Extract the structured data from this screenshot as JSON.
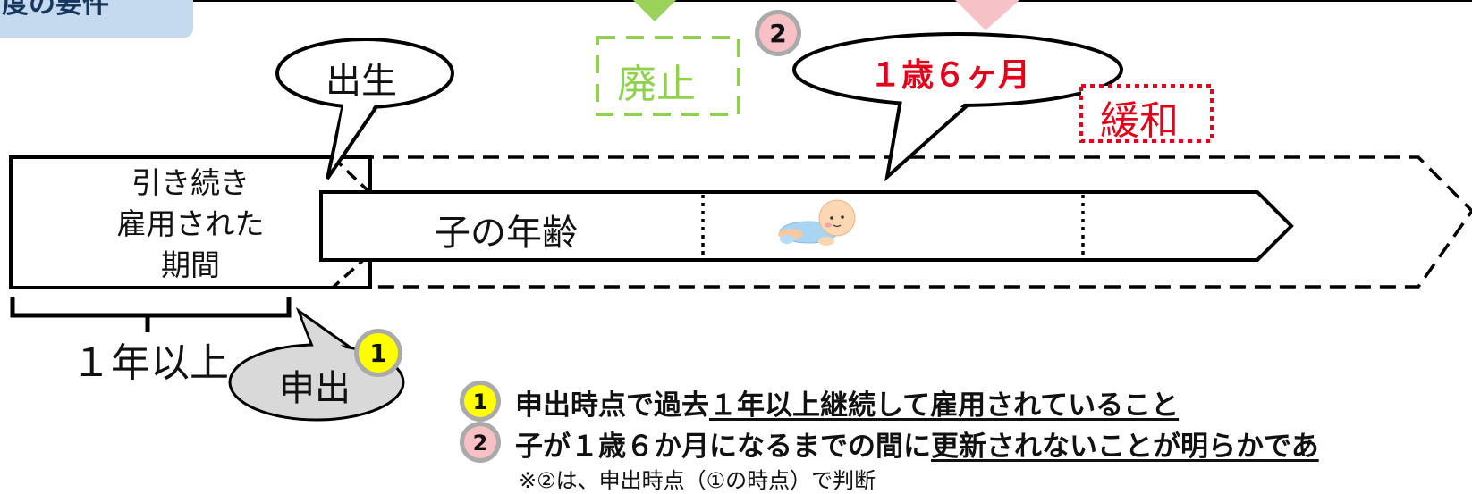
{
  "header_tab": "度の要件",
  "top_markers": {
    "green": "#9bd35a",
    "pink": "#f7c2c7"
  },
  "labels": {
    "birth": "出生",
    "abolished": "廃止",
    "age_limit": "１歳６ヶ月",
    "relaxed": "緩和",
    "employment_period": [
      "引き続き",
      "雇用された",
      "期間"
    ],
    "child_age": "子の年齢",
    "one_year_or_more": "１年以上",
    "application": "申出"
  },
  "badges": {
    "one": "1",
    "two": "2"
  },
  "requirements": [
    {
      "badge": "1",
      "plain": "申出時点で過去",
      "underlined": "１年以上継続して雇用されていること",
      "tail": ""
    },
    {
      "badge": "2",
      "plain": "子が１歳６か月になるまでの間に",
      "underlined": "更新されないことが明らかであ",
      "tail": ""
    }
  ],
  "note": "※②は、申出時点（①の時点）で判断",
  "icons": {
    "baby": "crawling-baby-icon"
  },
  "colors": {
    "badge1": "#ffff00",
    "badge2": "#f6c0c4",
    "abolished_border": "#92d050",
    "relaxed_border": "#e3001b",
    "age_text": "#e3001b",
    "tab_bg": "#c5d9ef",
    "tab_text": "#17365d"
  }
}
